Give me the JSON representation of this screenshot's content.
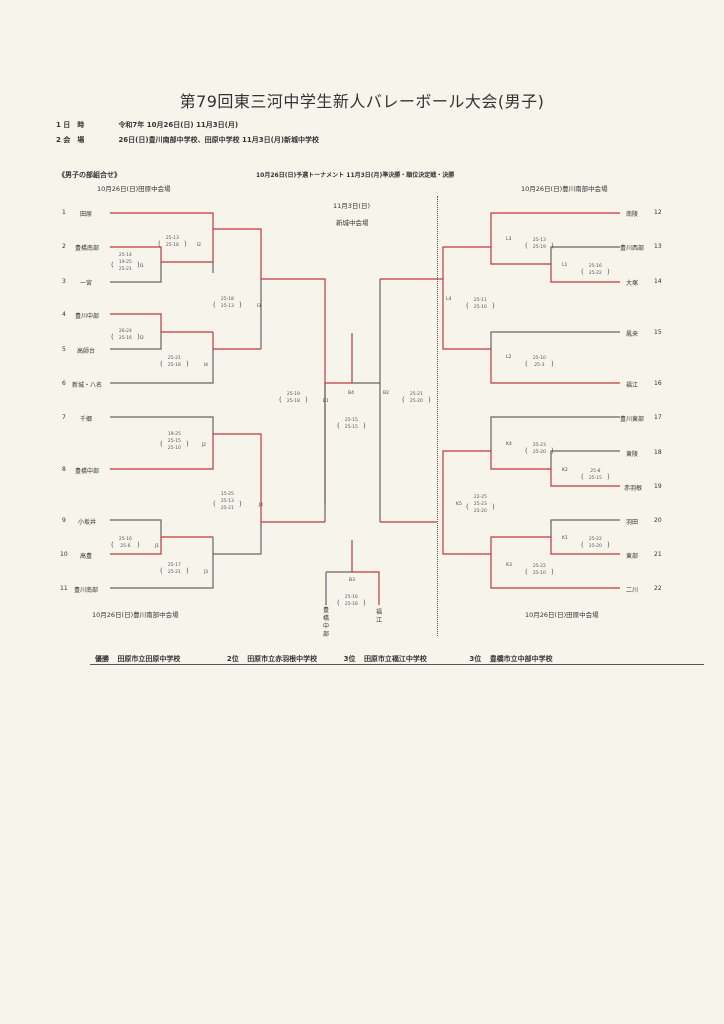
{
  "title": "第79回東三河中学生新人バレーボール大会(男子)",
  "meta": [
    {
      "key": "1 日　時",
      "value": "令和7年 10月26日(日) 11月3日(月)"
    },
    {
      "key": "2 会　場",
      "value": "26日(日)豊川南部中学校、田原中学校 11月3日(月)新城中学校"
    }
  ],
  "section_label": "《男子の部組合せ》",
  "schedule_note": "10月26日(日)予選トーナメント 11月3日(月)準決勝・順位決定戦・決勝",
  "venues": {
    "left_top": "10月26日(日)田原中会場",
    "left_bottom": "10月26日(日)豊川南部中会場",
    "right_top": "10月26日(日)豊川南部中会場",
    "right_bottom": "10月26日(日)田原中会場",
    "center_date": "11月3日(日)",
    "center_venue": "新城中会場"
  },
  "left_teams": [
    {
      "num": "1",
      "name": "田原"
    },
    {
      "num": "2",
      "name": "豊橋南部"
    },
    {
      "num": "3",
      "name": "一宮"
    },
    {
      "num": "4",
      "name": "豊川中部"
    },
    {
      "num": "5",
      "name": "高師台"
    },
    {
      "num": "6",
      "name": "新城・八名"
    },
    {
      "num": "7",
      "name": "千郷"
    },
    {
      "num": "8",
      "name": "豊橋中部"
    },
    {
      "num": "9",
      "name": "小坂井"
    },
    {
      "num": "10",
      "name": "高豊"
    },
    {
      "num": "11",
      "name": "豊川南部"
    }
  ],
  "right_teams": [
    {
      "num": "12",
      "name": "南陵"
    },
    {
      "num": "13",
      "name": "豊川西部"
    },
    {
      "num": "14",
      "name": "大塚"
    },
    {
      "num": "15",
      "name": "鳳来"
    },
    {
      "num": "16",
      "name": "福江"
    },
    {
      "num": "17",
      "name": "豊川東部"
    },
    {
      "num": "18",
      "name": "東陵"
    },
    {
      "num": "19",
      "name": "赤羽根"
    },
    {
      "num": "20",
      "name": "羽田"
    },
    {
      "num": "21",
      "name": "東部"
    },
    {
      "num": "22",
      "name": "二川"
    }
  ],
  "matches": {
    "I1": {
      "code": "I1",
      "scores": [
        "25-14",
        "19-25",
        "25-21"
      ]
    },
    "I2": {
      "code": "I2",
      "scores": [
        "25-13",
        "25-18"
      ]
    },
    "I3": {
      "code": "I3",
      "scores": [
        "25-18",
        "25-13"
      ]
    },
    "I4": {
      "code": "I4",
      "scores": [
        "25-21",
        "25-18"
      ]
    },
    "I2b": {
      "code": "I2",
      "scores": [
        "26-24",
        "25-16"
      ]
    },
    "J1": {
      "code": "J1",
      "scores": [
        "25-16",
        "25-6"
      ]
    },
    "J2": {
      "code": "J2",
      "scores": [
        "19-25",
        "25-15",
        "25-10"
      ]
    },
    "J3": {
      "code": "J3",
      "scores": [
        "25-17",
        "25-21"
      ]
    },
    "J4": {
      "code": "J4",
      "scores": [
        "15-25",
        "25-13",
        "25-21"
      ]
    },
    "B1": {
      "code": "B1",
      "scores": [
        "25-19",
        "25-18"
      ]
    },
    "B2": {
      "code": "B2",
      "scores": [
        "25-21",
        "25-20"
      ]
    },
    "B3": {
      "code": "B3",
      "scores": [
        "25-16",
        "25-16"
      ]
    },
    "B4": {
      "code": "B4",
      "scores": [
        "25-15",
        "25-15"
      ]
    },
    "L1": {
      "code": "L1",
      "scores": [
        "25-16",
        "25-22"
      ]
    },
    "L2": {
      "code": "L2",
      "scores": [
        "25-10",
        "25-3"
      ]
    },
    "L3": {
      "code": "L3",
      "scores": [
        "25-13",
        "25-19"
      ]
    },
    "L4": {
      "code": "L4",
      "scores": [
        "25-11",
        "25-10"
      ]
    },
    "K1": {
      "code": "K1",
      "scores": [
        "25-22",
        "25-20"
      ]
    },
    "K2": {
      "code": "K2",
      "scores": [
        "25-8",
        "25-15"
      ]
    },
    "K3": {
      "code": "K3",
      "scores": [
        "25-22",
        "25-10"
      ]
    },
    "K4": {
      "code": "K4",
      "scores": [
        "25-23",
        "25-20"
      ]
    },
    "K5": {
      "code": "K5",
      "scores": [
        "22-25",
        "25-23",
        "25-20"
      ]
    }
  },
  "third_place_match": {
    "left": "豊橋中部",
    "right": "福江"
  },
  "results": [
    {
      "rank": "優勝",
      "school": "田原市立田原中学校"
    },
    {
      "rank": "2位",
      "school": "田原市立赤羽根中学校"
    },
    {
      "rank": "3位",
      "school": "田原市立福江中学校"
    },
    {
      "rank": "3位",
      "school": "豊橋市立中部中学校"
    }
  ],
  "colors": {
    "win_line": "#c0393b",
    "loss_line": "#666666"
  }
}
